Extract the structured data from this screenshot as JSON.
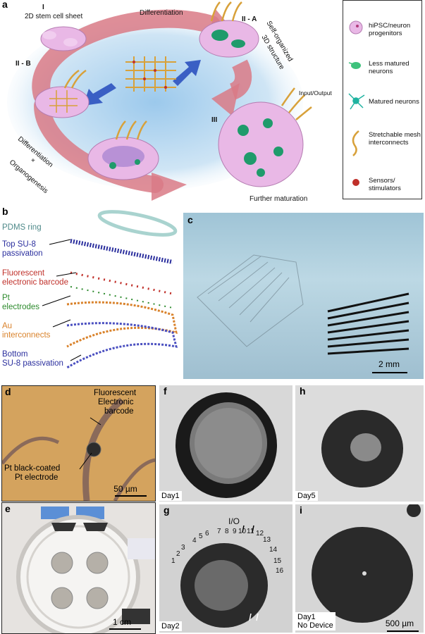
{
  "panel_a": {
    "label": "a",
    "stage_I": "I",
    "stage_I_text": "2D stem cell sheet",
    "differentiation": "Differentiation",
    "stage_IIA": "II - A",
    "self_organized": "Self-organized",
    "three_d_structure": "3D structure",
    "stage_IIB": "II - B",
    "diff_organogenesis_1": "Differentiation",
    "diff_organogenesis_2": "+",
    "diff_organogenesis_3": "Organogenesis",
    "stage_III": "III",
    "input_output": "Input/Output",
    "further_maturation": "Further maturation",
    "legend": [
      {
        "icon": "hipsc-cell-icon",
        "label": "hiPSC/neuron progenitors"
      },
      {
        "icon": "immature-neuron-icon",
        "label": "Less matured neurons"
      },
      {
        "icon": "mature-neuron-icon",
        "label": "Matured neurons"
      },
      {
        "icon": "mesh-interconnect-icon",
        "label": "Stretchable mesh interconnects"
      },
      {
        "icon": "sensor-dot-icon",
        "label": "Sensors/ stimulators"
      }
    ]
  },
  "panel_b": {
    "label": "b",
    "layers": [
      {
        "text": "PDMS ring",
        "color": "#4f8a8a"
      },
      {
        "text": "Top SU-8\npassivation",
        "color": "#2b2f9e"
      },
      {
        "text": "Fluorescent\nelectronic barcode",
        "color": "#c0302a"
      },
      {
        "text": "Pt\nelectrodes",
        "color": "#2e8b2e"
      },
      {
        "text": "Au\ninterconnects",
        "color": "#d9822b"
      },
      {
        "text": "Bottom\nSU-8 passivation",
        "color": "#2b2f9e"
      }
    ]
  },
  "panel_c": {
    "label": "c",
    "scale": "2 mm"
  },
  "panel_d": {
    "label": "d",
    "barcode_1": "Fluorescent",
    "barcode_2": "Electronic",
    "barcode_3": "barcode",
    "electrode_1": "Pt black-coated",
    "electrode_2": "Pt electrode",
    "scale": "50 µm"
  },
  "panel_e": {
    "label": "e",
    "scale": "1 cm"
  },
  "panel_f": {
    "label": "f",
    "day": "Day1"
  },
  "panel_g": {
    "label": "g",
    "day": "Day2",
    "io": "I/O",
    "numbers": [
      "1",
      "2",
      "3",
      "4",
      "5",
      "6",
      "7",
      "8",
      "9",
      "10",
      "11",
      "12",
      "13",
      "14",
      "15",
      "16"
    ]
  },
  "panel_h": {
    "label": "h",
    "day": "Day5"
  },
  "panel_i": {
    "label": "i",
    "day_1": "Day1",
    "day_2": "No Device",
    "scale": "500 µm"
  },
  "colors": {
    "cell_pink": "#e9b8e6",
    "neuron_green": "#1f9b6b",
    "gold": "#d8a13a",
    "arrow_blue": "#3a5fc4",
    "arrow_red": "#d97a86"
  }
}
